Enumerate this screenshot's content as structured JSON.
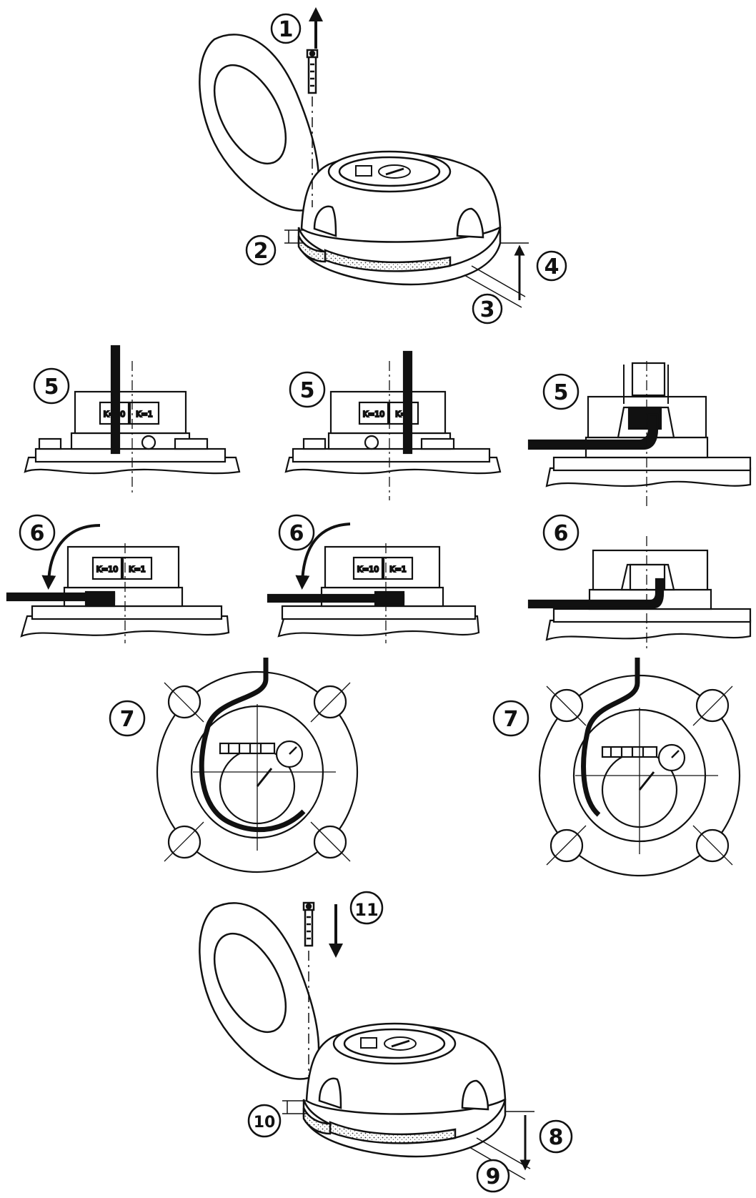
{
  "steps": {
    "s1": "1",
    "s2": "2",
    "s3": "3",
    "s4": "4",
    "s5": "5",
    "s6": "6",
    "s7": "7",
    "s8": "8",
    "s9": "9",
    "s10": "10",
    "s11": "11"
  },
  "labels": {
    "k10": "K=10",
    "k1": "K=1"
  },
  "colors": {
    "ink": "#111111",
    "paper": "#ffffff",
    "hatch": "#cfcfcf"
  }
}
